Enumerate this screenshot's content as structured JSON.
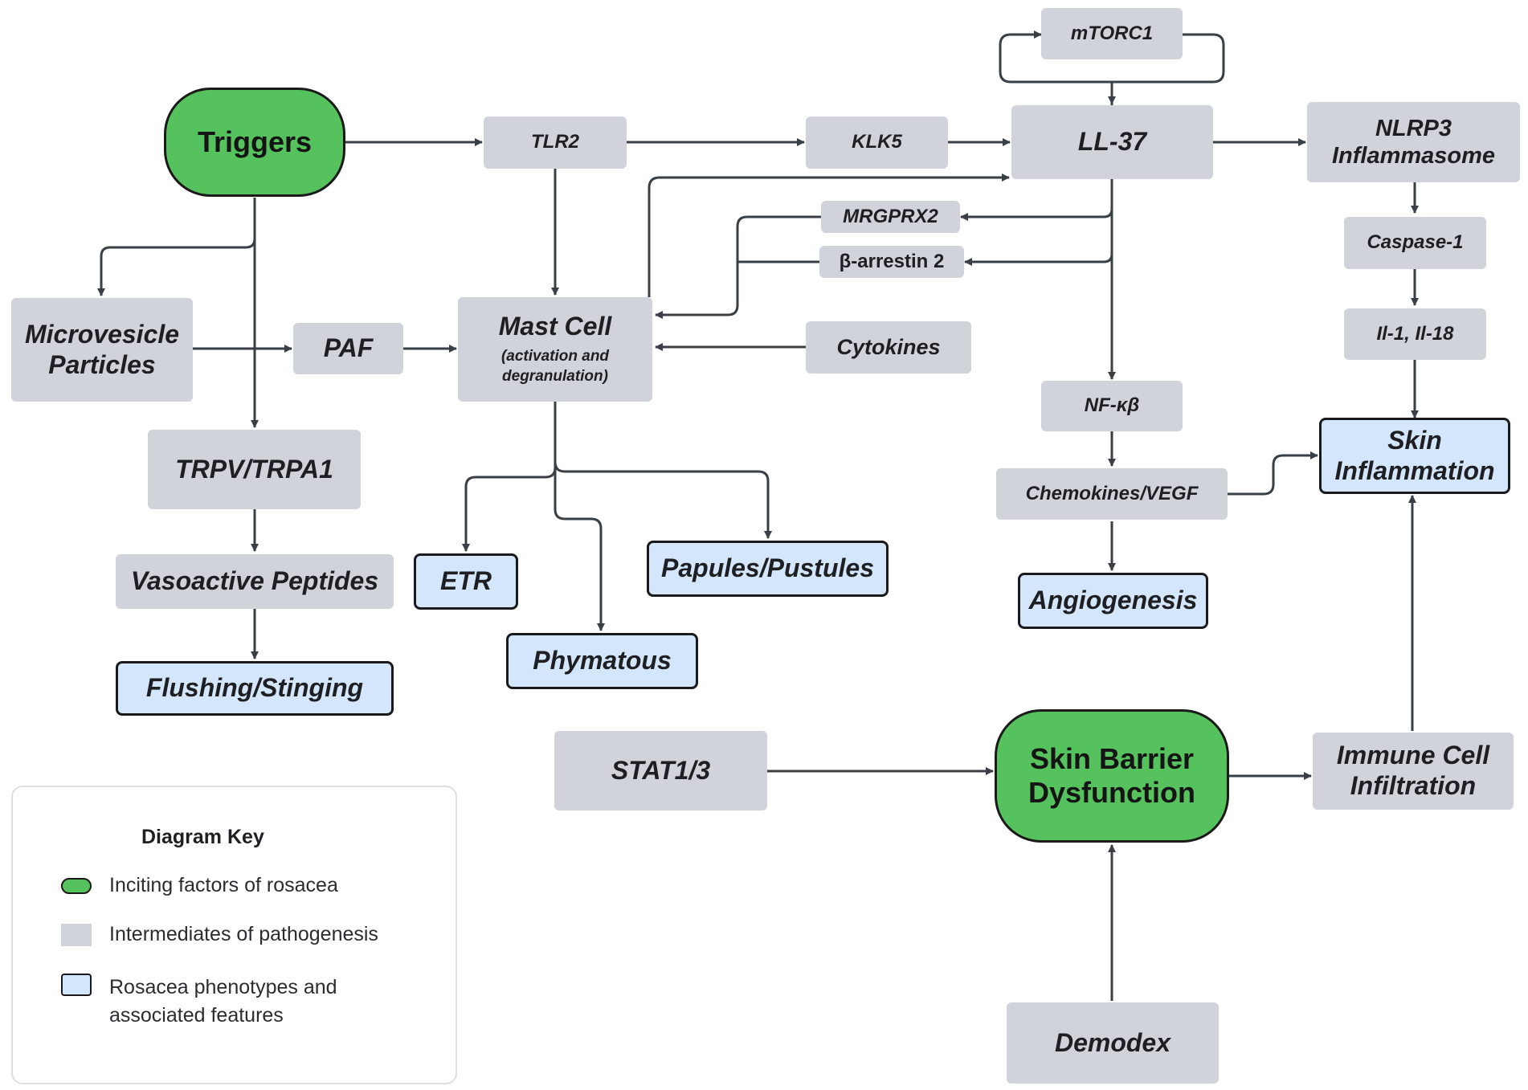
{
  "nodes": {
    "triggers": "Triggers",
    "tlr2": "TLR2",
    "klk5": "KLK5",
    "mtorc1": "mTORC1",
    "ll37": "LL-37",
    "nlrp3": "NLRP3\nInflammasome",
    "caspase1": "Caspase-1",
    "il1_il18": "Il-1, Il-18",
    "mrgprx2": "MRGPRX2",
    "beta_arrestin2": "β-arrestin 2",
    "microvesicle": "Microvesicle\nParticles",
    "paf": "PAF",
    "mast_cell": "Mast Cell",
    "mast_cell_sub": "(activation and\ndegranulation)",
    "cytokines": "Cytokines",
    "nfkb": "NF-κβ",
    "chemokines_vegf": "Chemokines/VEGF",
    "skin_inflammation": "Skin\nInflammation",
    "trpv_trpa1": "TRPV/TRPA1",
    "vasoactive": "Vasoactive Peptides",
    "flushing": "Flushing/Stinging",
    "etr": "ETR",
    "papules": "Papules/Pustules",
    "phymatous": "Phymatous",
    "angiogenesis": "Angiogenesis",
    "stat13": "STAT1/3",
    "skin_barrier": "Skin Barrier\nDysfunction",
    "immune_cell": "Immune Cell\nInfiltration",
    "demodex": "Demodex"
  },
  "legend": {
    "title": "Diagram Key",
    "items": [
      "Inciting factors of rosacea",
      "Intermediates of pathogenesis",
      "Rosacea phenotypes and\nassociated features"
    ]
  },
  "colors": {
    "inciting": "#56c25e",
    "intermediate": "#d0d4da",
    "phenotype": "#d4e6fb",
    "arrow": "#3a3f46"
  }
}
